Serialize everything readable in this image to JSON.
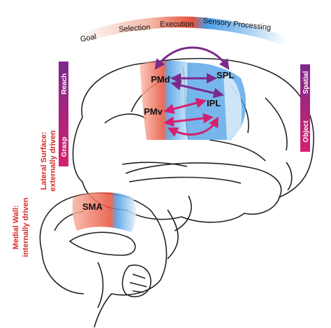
{
  "banner": {
    "goal": "Goal",
    "selection": "Selection",
    "execution": "Execution",
    "sensory": "Sensory Processing"
  },
  "regions": {
    "pmd": "PMd",
    "spl": "SPL",
    "pmv": "PMv",
    "ipl": "IPL",
    "sma": "SMA"
  },
  "side_labels": {
    "lateral_line1": "Lateral Surface:",
    "lateral_line2": "externally driven",
    "medial_line1": "Medial Wall:",
    "medial_line2": "internally driven",
    "grasp": "Grasp",
    "reach": "Reach",
    "object": "Object",
    "spatial": "Spatial"
  },
  "colors": {
    "red_accent": "#d42a2a",
    "purple_arrow": "#7b2a8c",
    "magenta_arrow": "#d6206e",
    "blue_region": "#4aa3e6",
    "red_region": "#e8503a",
    "label_bar_dark": "#7b2a8c",
    "label_bar_light": "#d6206e"
  }
}
